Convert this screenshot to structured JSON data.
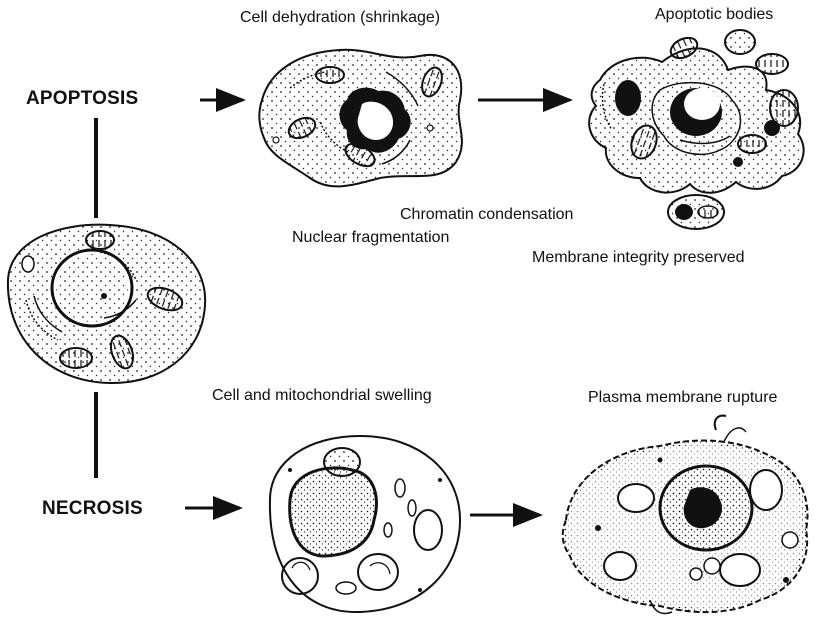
{
  "labels": {
    "apoptosis": "APOPTOSIS",
    "necrosis": "NECROSIS",
    "cell_dehydration": "Cell dehydration (shrinkage)",
    "apoptotic_bodies": "Apoptotic bodies",
    "chromatin_condensation": "Chromatin condensation",
    "nuclear_fragmentation": "Nuclear fragmentation",
    "membrane_integrity": "Membrane integrity preserved",
    "cell_swelling": "Cell and mitochondrial swelling",
    "membrane_rupture": "Plasma membrane rupture"
  },
  "colors": {
    "ink": "#111111",
    "paper": "#ffffff"
  }
}
